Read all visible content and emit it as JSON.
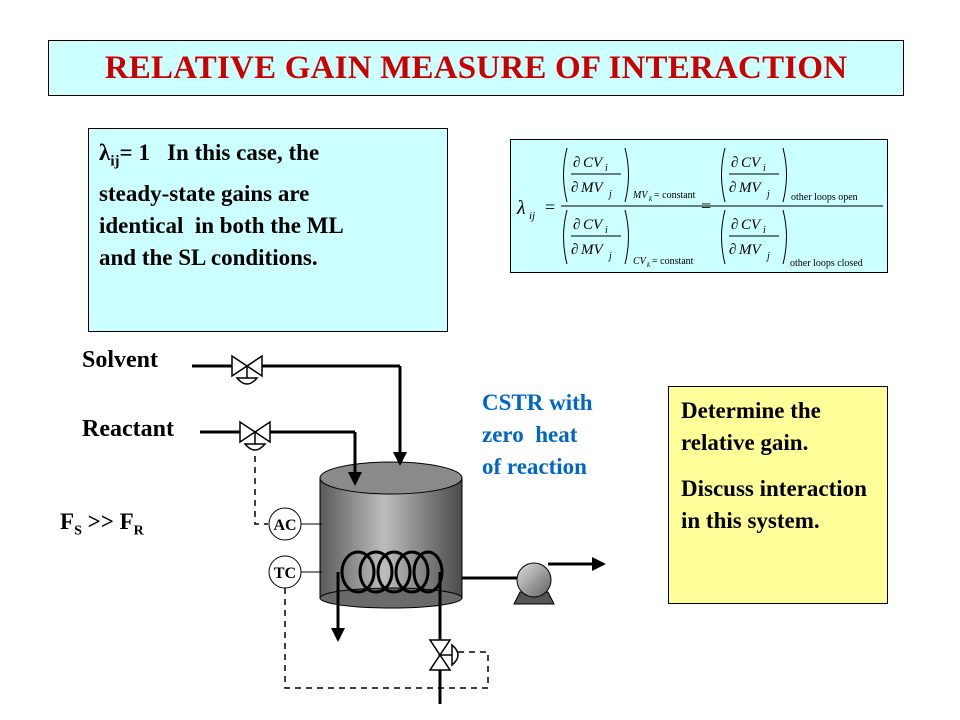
{
  "title": "RELATIVE GAIN MEASURE OF INTERACTION",
  "info": {
    "lambda": "λ",
    "sub": "ij",
    "eq": "= 1",
    "line1_rest": "In this case, the",
    "line2": "steady-state gains are",
    "line3": "identical  in both the ML",
    "line4": "and the SL conditions."
  },
  "equation": {
    "lhs_symbol": "λ",
    "lhs_sub": "ij",
    "equals": "=",
    "partial": "∂",
    "cv": "CV",
    "mv": "MV",
    "sub_i": "i",
    "sub_j": "j",
    "mv_const": "MV",
    "k": "k",
    "const_text": "= constant",
    "cv_const": "CV",
    "open_text": "other loops open",
    "closed_text": "other loops closed"
  },
  "diagram": {
    "solvent": "Solvent",
    "reactant": "Reactant",
    "cstr_line1": "CSTR with",
    "cstr_line2": "zero  heat",
    "cstr_line3": "of reaction",
    "fs_f": "F",
    "fs_sub": "S",
    "fs_mid": " >> F",
    "fr_sub": "R",
    "ac": "AC",
    "tc": "TC"
  },
  "task": {
    "p1": "Determine the relative gain.",
    "p2": "Discuss interaction in this system."
  },
  "colors": {
    "title_text": "#cc0000",
    "box_cyan": "#ccffff",
    "box_yellow": "#ffff99",
    "cstr_text": "#0066cc"
  }
}
